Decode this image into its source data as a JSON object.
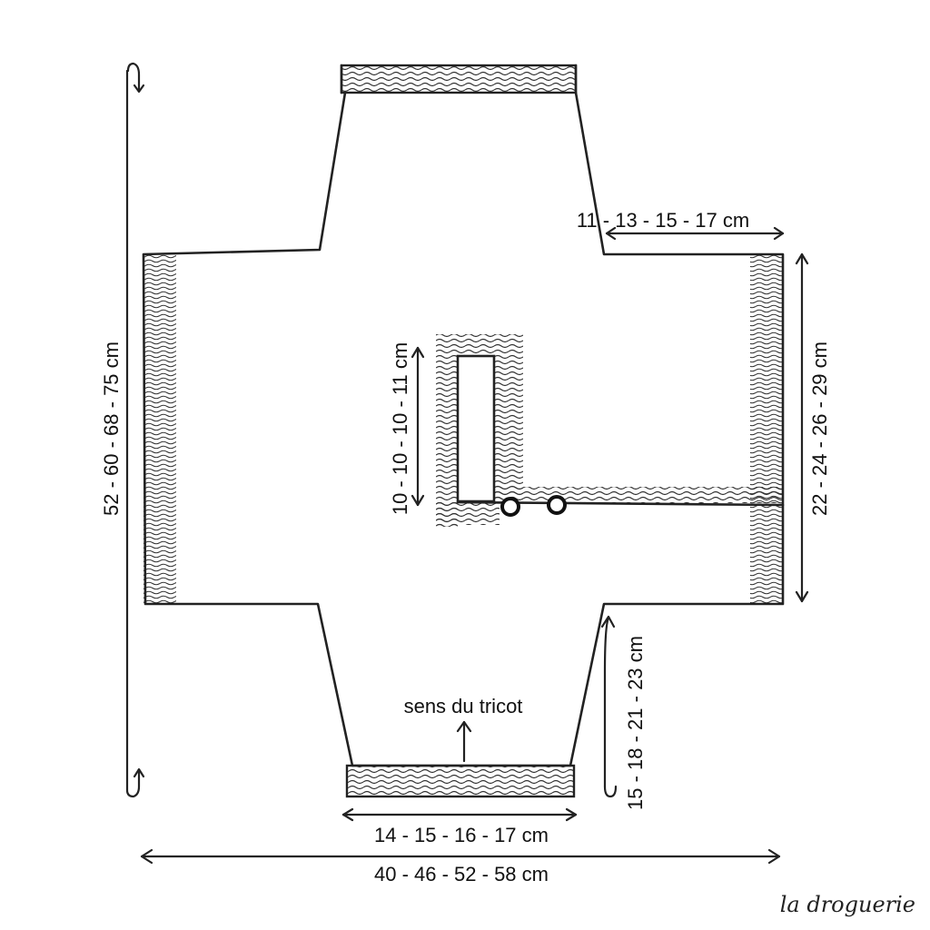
{
  "labels": {
    "total_length": "52 - 60 - 68 - 75 cm",
    "shoulder_width": "11 - 13 - 15 - 17 cm",
    "side_height": "22 - 24 - 26 - 29 cm",
    "pocket_height": "10 - 10 - 10 - 11 cm",
    "knit_direction": "sens du tricot",
    "lower_height": "15 - 18 - 21 - 23 cm",
    "bottom_band_width": "14 - 15 - 16 - 17 cm",
    "total_width": "40 - 46 - 52 - 58 cm"
  },
  "brand": "la droguerie",
  "colors": {
    "ink": "#222222",
    "paper": "#ffffff"
  }
}
